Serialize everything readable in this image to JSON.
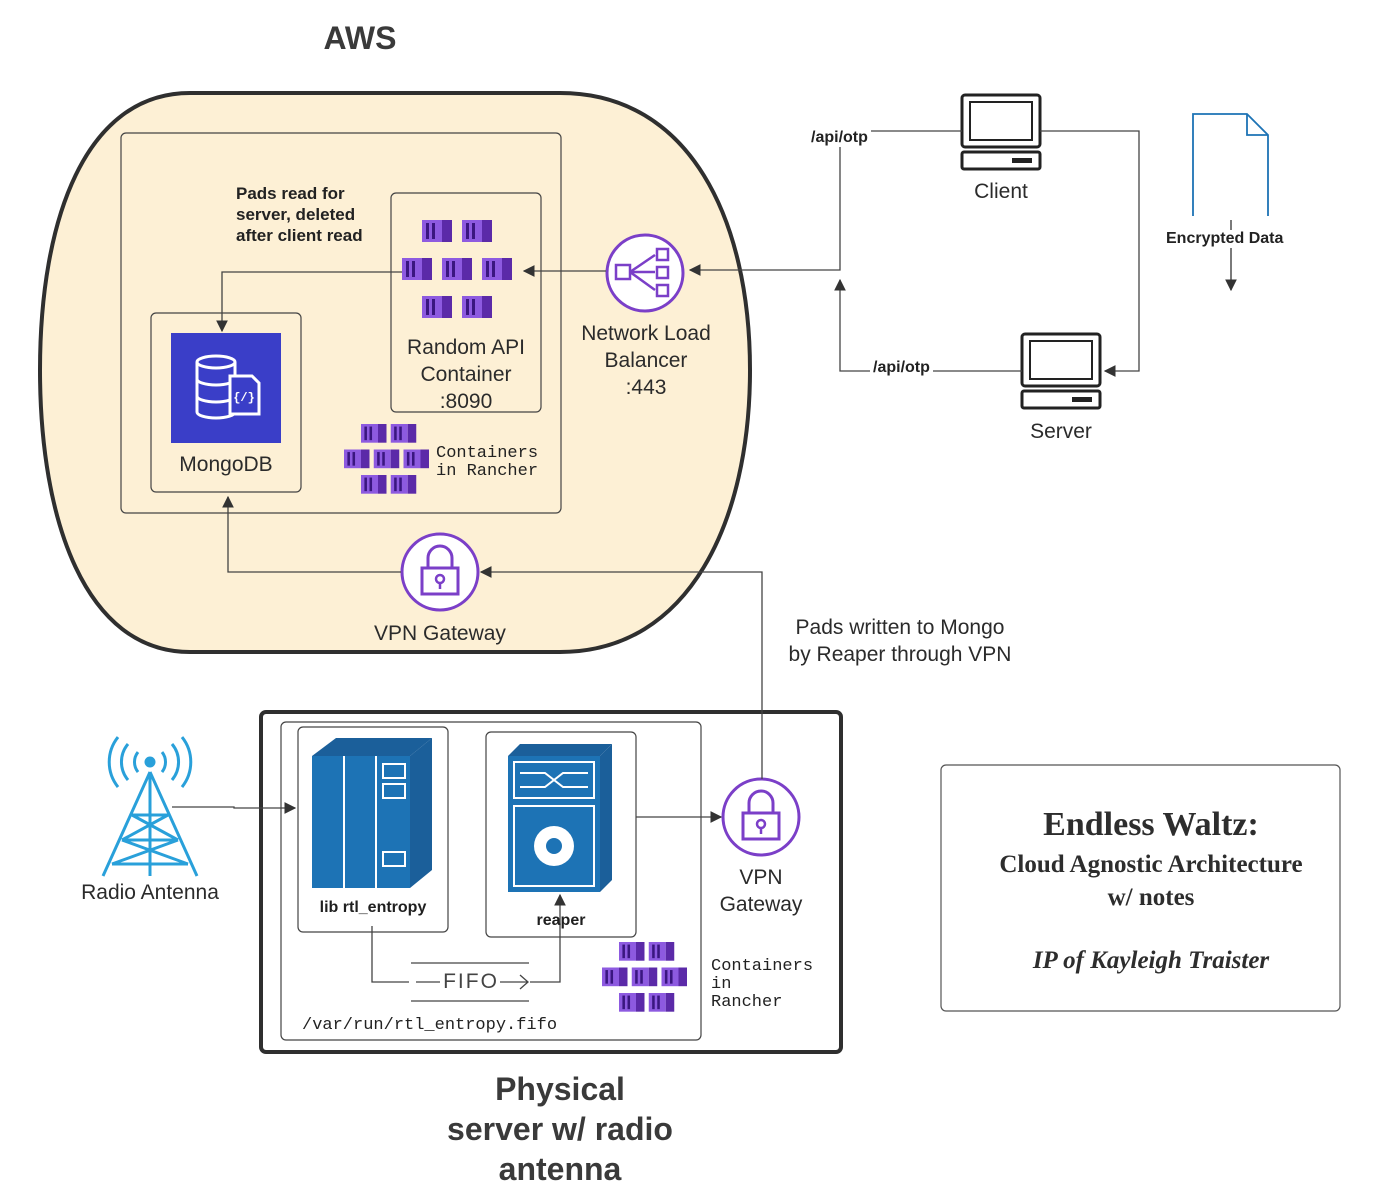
{
  "aws": {
    "title": "AWS"
  },
  "physical": {
    "title_lines": [
      "Physical",
      "server w/ radio",
      "antenna"
    ]
  },
  "nodes": {
    "mongodb": "MongoDB",
    "random_api": [
      "Random API",
      "Container",
      ":8090"
    ],
    "nlb": [
      "Network Load",
      "Balancer",
      ":443"
    ],
    "vpn_aws": "VPN Gateway",
    "vpn_phys": [
      "VPN",
      "Gateway"
    ],
    "client": "Client",
    "server": "Server",
    "radio": "Radio Antenna",
    "rtl": "lib rtl_entropy",
    "reaper": "reaper",
    "fifo": "FIFO",
    "fifo_path": "/var/run/rtl_entropy.fifo",
    "encrypted": "Encrypted Data"
  },
  "notes": {
    "pads_read": [
      "Pads read for",
      "server, deleted",
      "after client read"
    ],
    "containers_aws": [
      "Containers",
      "in Rancher"
    ],
    "containers_phys": [
      "Containers",
      "in",
      "Rancher"
    ],
    "pads_written": [
      "Pads written to Mongo",
      "by Reaper through VPN"
    ],
    "api_top": "/api/otp",
    "api_bottom": "/api/otp"
  },
  "info_box": {
    "title": "Endless Waltz:",
    "subtitle_1": "Cloud Agnostic Architecture",
    "subtitle_2": "w/ notes",
    "author": "IP of Kayleigh Traister"
  },
  "colors": {
    "aws_fill": "#fdf0d5",
    "purple": "#7b3fc8",
    "blue": "#1d73b5",
    "antenna": "#29a0da",
    "mongo": "#3a3ec8"
  }
}
